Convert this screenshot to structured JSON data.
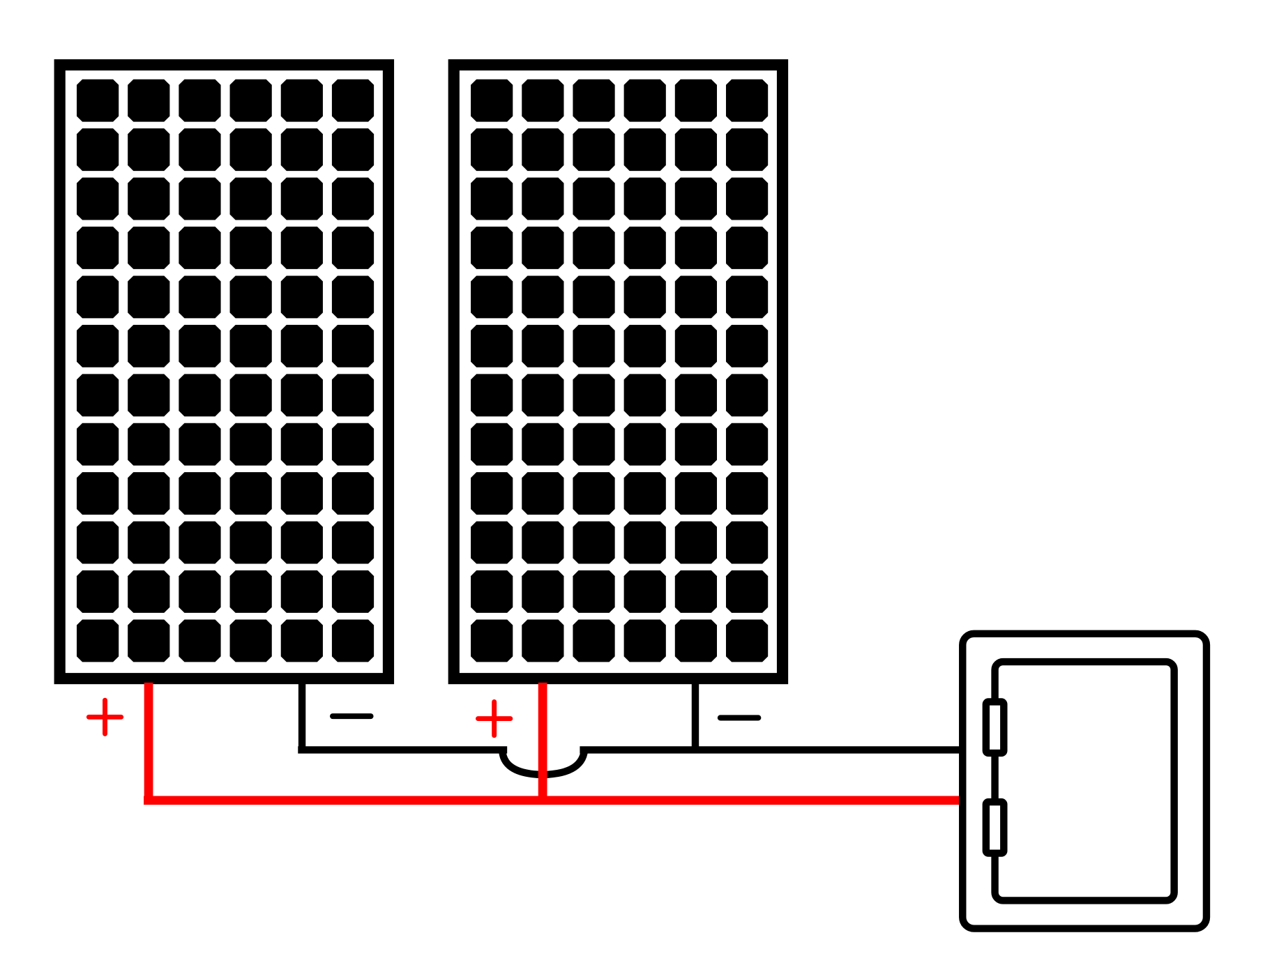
{
  "diagram": {
    "panels": [
      {
        "name": "solar-panel-1",
        "rows": 12,
        "cols": 6,
        "positive_label": "+",
        "negative_label": "−"
      },
      {
        "name": "solar-panel-2",
        "rows": 12,
        "cols": 6,
        "positive_label": "+",
        "negative_label": "−"
      }
    ],
    "colors": {
      "positive_wire": "#ff0000",
      "negative_wire": "#000000",
      "cell": "#000000",
      "frame": "#000000"
    },
    "connection": "parallel",
    "device": "battery-or-combiner-box-with-two-fuses"
  }
}
